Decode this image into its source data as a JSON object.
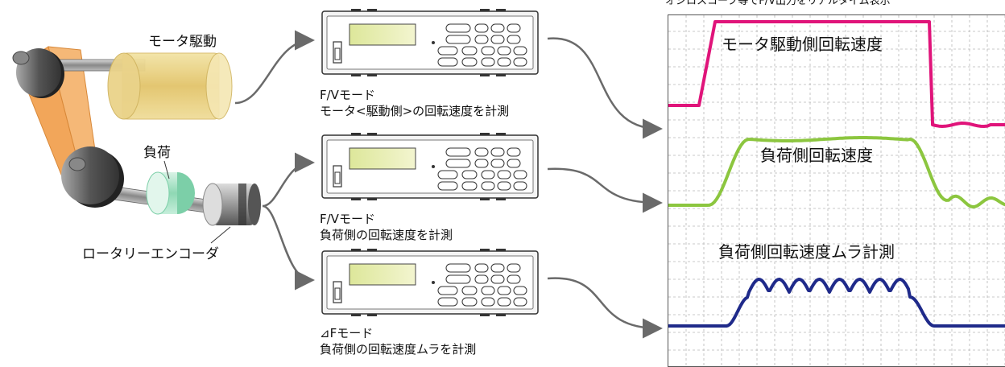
{
  "labels": {
    "motor_drive": "モータ駆動",
    "load": "負荷",
    "rotary_encoder": "ロータリーエンコーダ"
  },
  "devices": [
    {
      "mode": "F/Vモード",
      "description": "モータ<駆動側>の回転速度を計測"
    },
    {
      "mode": "F/Vモード",
      "description": "負荷側の回転速度を計測"
    },
    {
      "mode": "⊿Fモード",
      "description": "負荷側の回転速度ムラを計測"
    }
  ],
  "scope": {
    "caption": "オシロスコープ等でF/V出力をリアルタイム表示",
    "traces": [
      {
        "label": "モータ駆動側回転速度",
        "color": "#e0147a"
      },
      {
        "label": "負荷側回転速度",
        "color": "#8cc63f"
      },
      {
        "label": "負荷側回転速度ムラ計測",
        "color": "#1f2a8a"
      }
    ]
  }
}
